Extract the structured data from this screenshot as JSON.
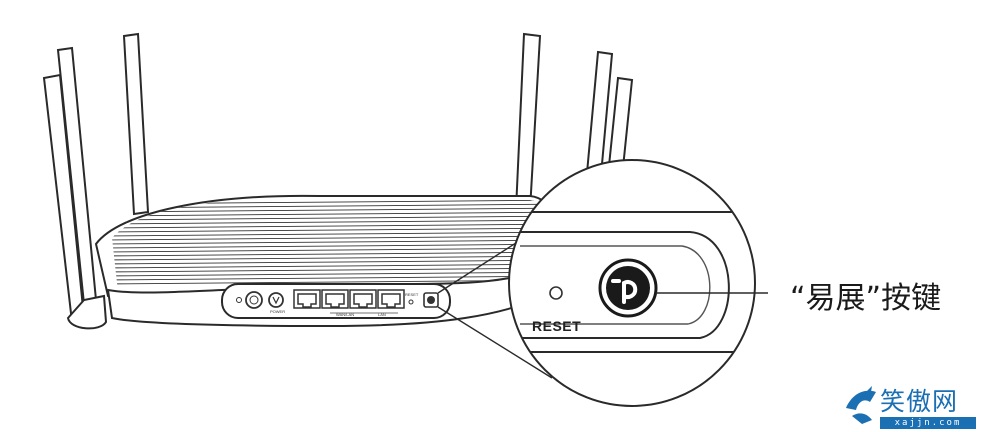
{
  "callout_label": "“易展”按键",
  "zoom_panel": {
    "reset_label": "RESET"
  },
  "router_panel": {
    "power_label": "POWER",
    "reset_small_label": "RESET",
    "lan_label": "WAN/LAN",
    "lan2_label": "LAN"
  },
  "button_icon": "easymesh-p-icon",
  "watermark": {
    "name": "笑傲网",
    "url": "xajjn.com",
    "color": "#1b6fb3"
  }
}
